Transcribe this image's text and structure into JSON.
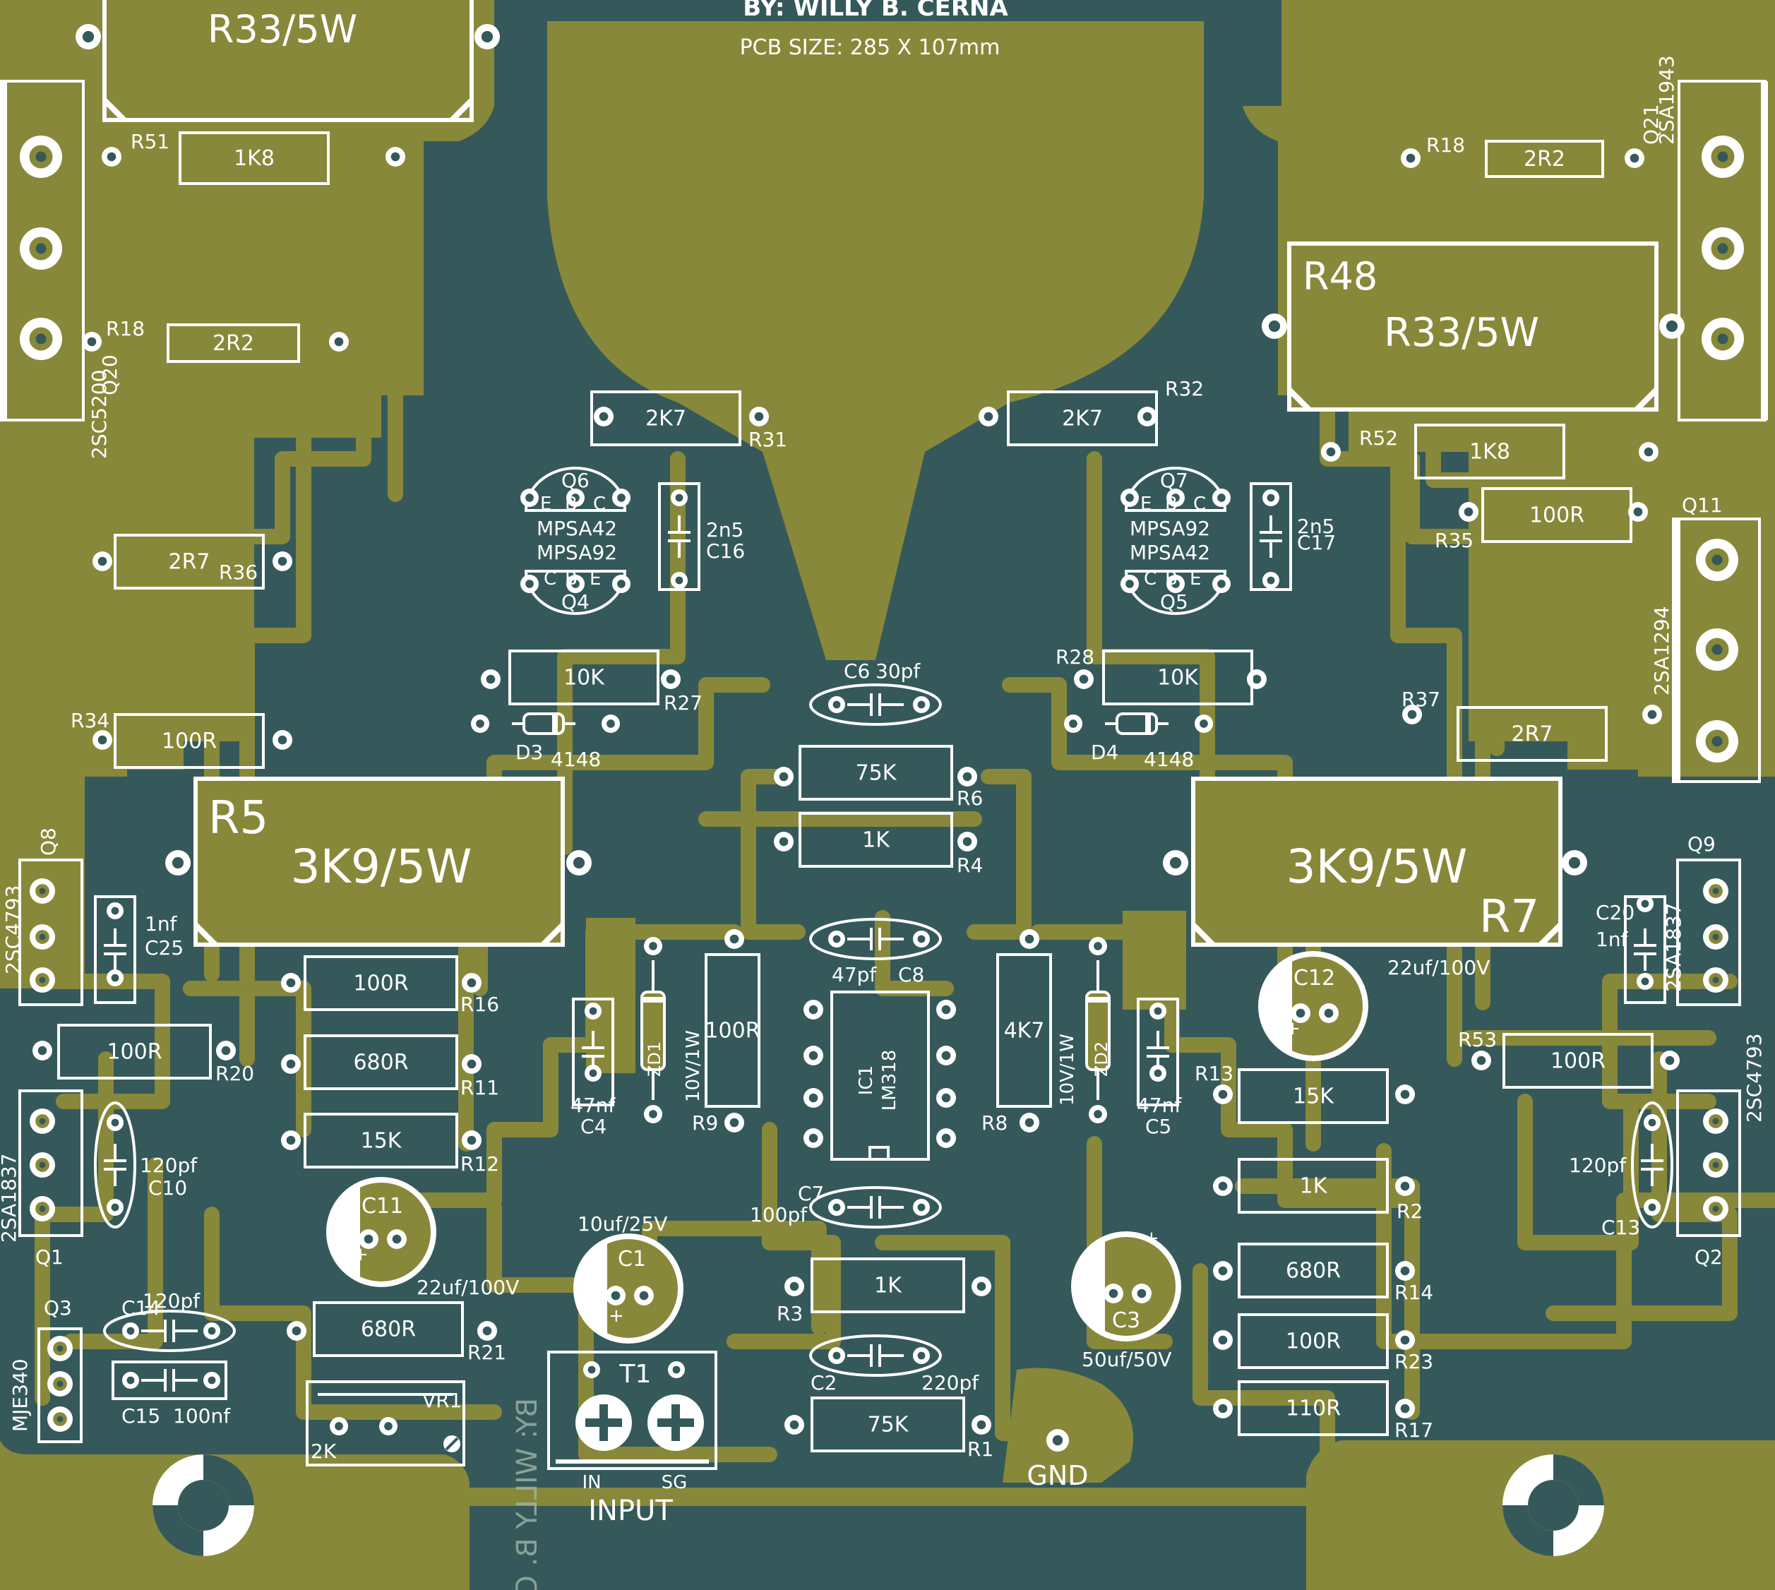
{
  "header": {
    "author": "BY: WILLY B. CERNA",
    "pcb_size": "PCB SIZE: 285 X 107mm"
  },
  "watermark": "BY: WILLY B. C",
  "colors": {
    "substrate": "#35595a",
    "copper": "#88883a",
    "silkscreen": "#ffffff"
  },
  "power_resistors": [
    {
      "value": "R33/5W"
    },
    {
      "ref": "R48",
      "value": "R33/5W"
    },
    {
      "ref": "R5",
      "value": "3K9/5W"
    },
    {
      "ref": "R7",
      "value": "3K9/5W"
    }
  ],
  "resistors": [
    {
      "ref": "R51",
      "value": "1K8"
    },
    {
      "ref": "R18",
      "value": "2R2"
    },
    {
      "ref": "R18",
      "value": "2R2"
    },
    {
      "ref": "R31",
      "value": "2K7"
    },
    {
      "ref": "R32",
      "value": "2K7"
    },
    {
      "ref": "R52",
      "value": "1K8"
    },
    {
      "ref": "R36",
      "value": "2R7"
    },
    {
      "ref": "R35",
      "value": "100R"
    },
    {
      "ref": "R27",
      "value": "10K"
    },
    {
      "ref": "R28",
      "value": "10K"
    },
    {
      "ref": "R34",
      "value": "100R"
    },
    {
      "ref": "R37",
      "value": "2R7"
    },
    {
      "ref": "R6",
      "value": "75K"
    },
    {
      "ref": "R4",
      "value": "1K"
    },
    {
      "ref": "R16",
      "value": "100R"
    },
    {
      "ref": "R20",
      "value": "100R"
    },
    {
      "ref": "R11",
      "value": "680R"
    },
    {
      "ref": "R12",
      "value": "15K"
    },
    {
      "ref": "R9",
      "value": "100R"
    },
    {
      "ref": "R8",
      "value": "4K7"
    },
    {
      "ref": "R53",
      "value": "100R"
    },
    {
      "ref": "R13",
      "value": "15K"
    },
    {
      "ref": "R2",
      "value": "1K"
    },
    {
      "ref": "R14",
      "value": "680R"
    },
    {
      "ref": "R23",
      "value": "100R"
    },
    {
      "ref": "R17",
      "value": "110R"
    },
    {
      "ref": "R3",
      "value": "1K"
    },
    {
      "ref": "R21",
      "value": "680R"
    },
    {
      "ref": "R1",
      "value": "75K"
    }
  ],
  "capacitors": [
    {
      "ref": "C16",
      "value": "2n5"
    },
    {
      "ref": "C17",
      "value": "2n5"
    },
    {
      "ref": "C6",
      "value": "30pf"
    },
    {
      "ref": "C8",
      "value": "47pf"
    },
    {
      "ref": "C25",
      "value": "1nf"
    },
    {
      "ref": "C20",
      "value": "1nf"
    },
    {
      "ref": "C4",
      "value": "47nf"
    },
    {
      "ref": "C5",
      "value": "47nf"
    },
    {
      "ref": "C10",
      "value": "120pf"
    },
    {
      "ref": "C13",
      "value": "120pf"
    },
    {
      "ref": "C7",
      "value": "100pf"
    },
    {
      "ref": "C14",
      "value": "120pf"
    },
    {
      "ref": "C15",
      "value": "100nf"
    },
    {
      "ref": "C2",
      "value": "220pf"
    }
  ],
  "electrolytics": [
    {
      "ref": "C11",
      "value": "22uf/100V"
    },
    {
      "ref": "C12",
      "value": "22uf/100V"
    },
    {
      "ref": "C1",
      "value": "10uf/25V"
    },
    {
      "ref": "C3",
      "value": "50uf/50V"
    }
  ],
  "transistors": [
    {
      "ref": "Q20",
      "part": "2SC5200"
    },
    {
      "ref": "Q21",
      "part": "2SA1943"
    },
    {
      "ref": "Q11",
      "part": "2SA1294"
    },
    {
      "ref": "Q8",
      "part": "2SC4793"
    },
    {
      "ref": "Q9",
      "part": "2SA1837"
    },
    {
      "ref": "Q1",
      "part": "2SA1837"
    },
    {
      "ref": "Q2",
      "part": "2SC4793"
    },
    {
      "ref": "Q3",
      "part": "MJE340"
    }
  ],
  "small_transistors": [
    {
      "ref": "Q6",
      "part": "MPSA42"
    },
    {
      "ref": "Q4",
      "part": "MPSA92"
    },
    {
      "ref": "Q7",
      "part": "MPSA92"
    },
    {
      "ref": "Q5",
      "part": "MPSA42"
    }
  ],
  "pin_letters": {
    "e": "E",
    "b": "B",
    "c": "C"
  },
  "diodes": [
    {
      "ref": "D3",
      "part": "4148"
    },
    {
      "ref": "D4",
      "part": "4148"
    }
  ],
  "zeners": [
    {
      "ref": "ZD1",
      "value": "10V/1W"
    },
    {
      "ref": "ZD2",
      "value": "10V/1W"
    }
  ],
  "ic": {
    "ref": "IC1",
    "part": "LM318"
  },
  "trimmer": {
    "ref": "VR1",
    "value": "2K"
  },
  "connector": {
    "ref": "T1",
    "pin1": "IN",
    "pin2": "SG",
    "label": "INPUT"
  },
  "ground_label": "GND",
  "polarity_plus": "+"
}
